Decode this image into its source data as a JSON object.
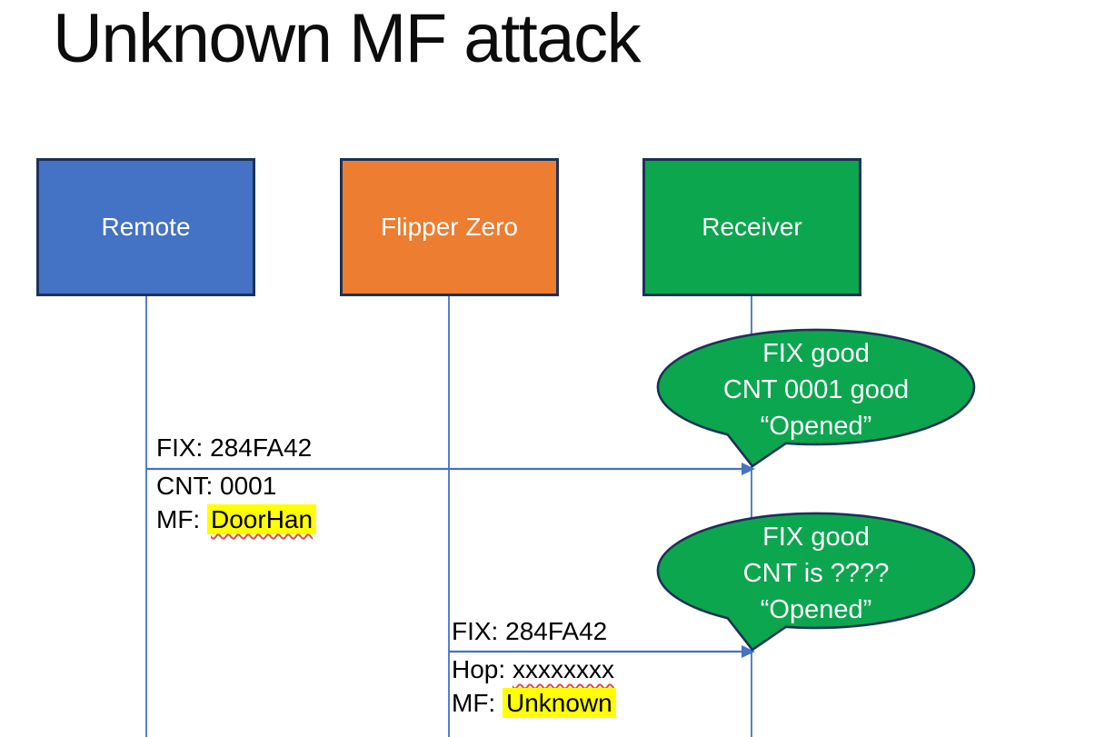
{
  "slide": {
    "title": "Unknown MF attack"
  },
  "actors": [
    {
      "label": "Remote",
      "fill": "#4472C4"
    },
    {
      "label": "Flipper Zero",
      "fill": "#ED7D31"
    },
    {
      "label": "Receiver",
      "fill": "#0CA64F"
    }
  ],
  "messages": [
    {
      "from": "Remote",
      "to": "Receiver",
      "above_line": "FIX: 284FA42",
      "below_line_1_prefix": "CNT: ",
      "below_line_1_value": "0001",
      "below_line_2_prefix": "MF: ",
      "below_line_2_value": "DoorHan",
      "below_line_2_highlighted": true,
      "below_line_2_spellcheck_underline": true
    },
    {
      "from": "Flipper Zero",
      "to": "Receiver",
      "above_line": "FIX: 284FA42",
      "below_line_1_prefix": "Hop: ",
      "below_line_1_value": "xxxxxxxx",
      "below_line_1_spellcheck_underline": true,
      "below_line_2_prefix": "MF: ",
      "below_line_2_value": "Unknown",
      "below_line_2_highlighted": true
    }
  ],
  "callouts": [
    {
      "speaker": "Receiver",
      "line1": "FIX good",
      "line2": "CNT 0001 good",
      "line3": "“Opened”"
    },
    {
      "speaker": "Receiver",
      "line1": "FIX good",
      "line2": "CNT is ????",
      "line3": "“Opened”"
    }
  ],
  "colors": {
    "remote_fill": "#4472C4",
    "flipper_zero_fill": "#ED7D31",
    "receiver_fill": "#0CA64F",
    "callout_fill": "#0CA64F",
    "shape_outline": "#1C3257",
    "connector_blue": "#4472C4",
    "highlight_yellow": "#FFFF00",
    "spellcheck_red": "#E74C3C",
    "text_dark": "#000000",
    "text_light": "#FFFFFF"
  }
}
